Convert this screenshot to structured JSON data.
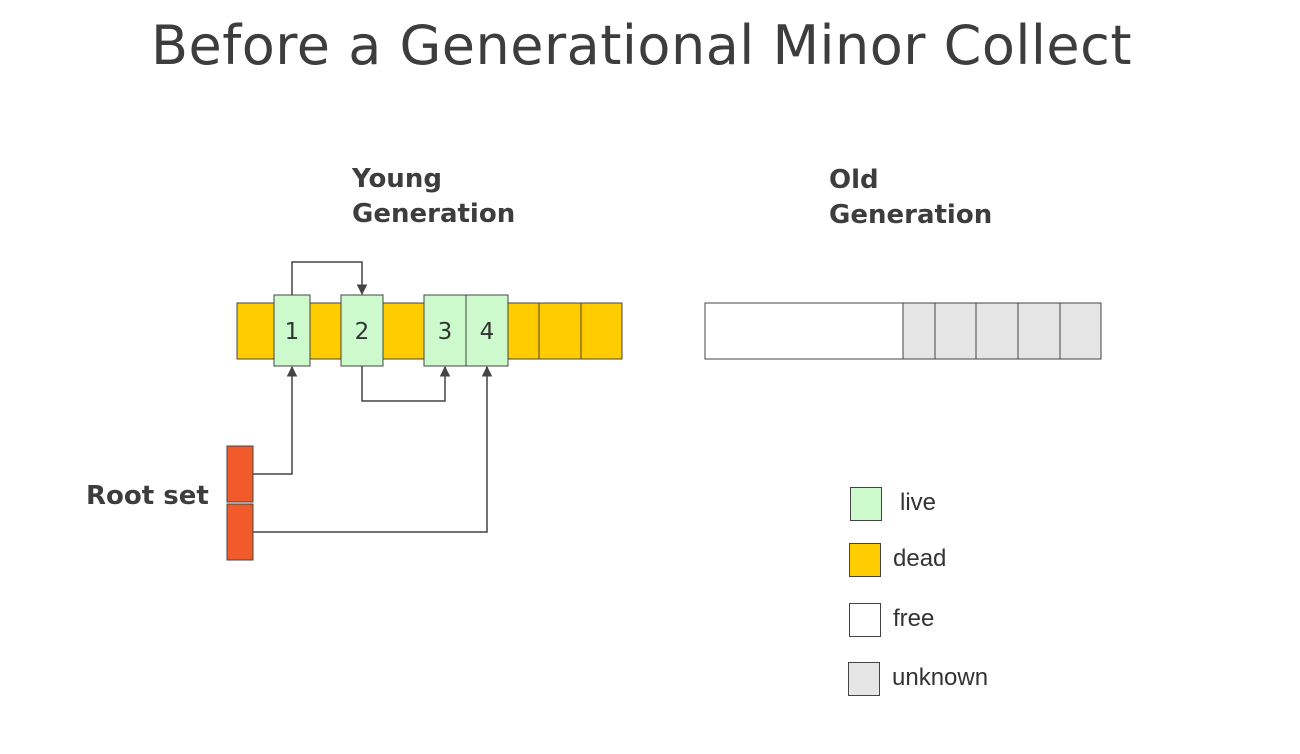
{
  "title": "Before a Generational Minor Collect",
  "young_generation": {
    "heading_line1": "Young",
    "heading_line2": "Generation",
    "objects": [
      "1",
      "2",
      "3",
      "4"
    ]
  },
  "old_generation": {
    "heading_line1": "Old",
    "heading_line2": "Generation"
  },
  "root_set": {
    "label": "Root set"
  },
  "legend": {
    "items": [
      {
        "label": "live",
        "color": "#ccfacc"
      },
      {
        "label": "dead",
        "color": "#ffcc00"
      },
      {
        "label": "free",
        "color": "#ffffff"
      },
      {
        "label": "unknown",
        "color": "#e6e6e6"
      }
    ]
  },
  "colors": {
    "live": "#ccfacc",
    "dead": "#ffcc00",
    "free": "#ffffff",
    "unknown": "#e6e6e6",
    "root": "#f15a2b",
    "line": "#444444"
  }
}
